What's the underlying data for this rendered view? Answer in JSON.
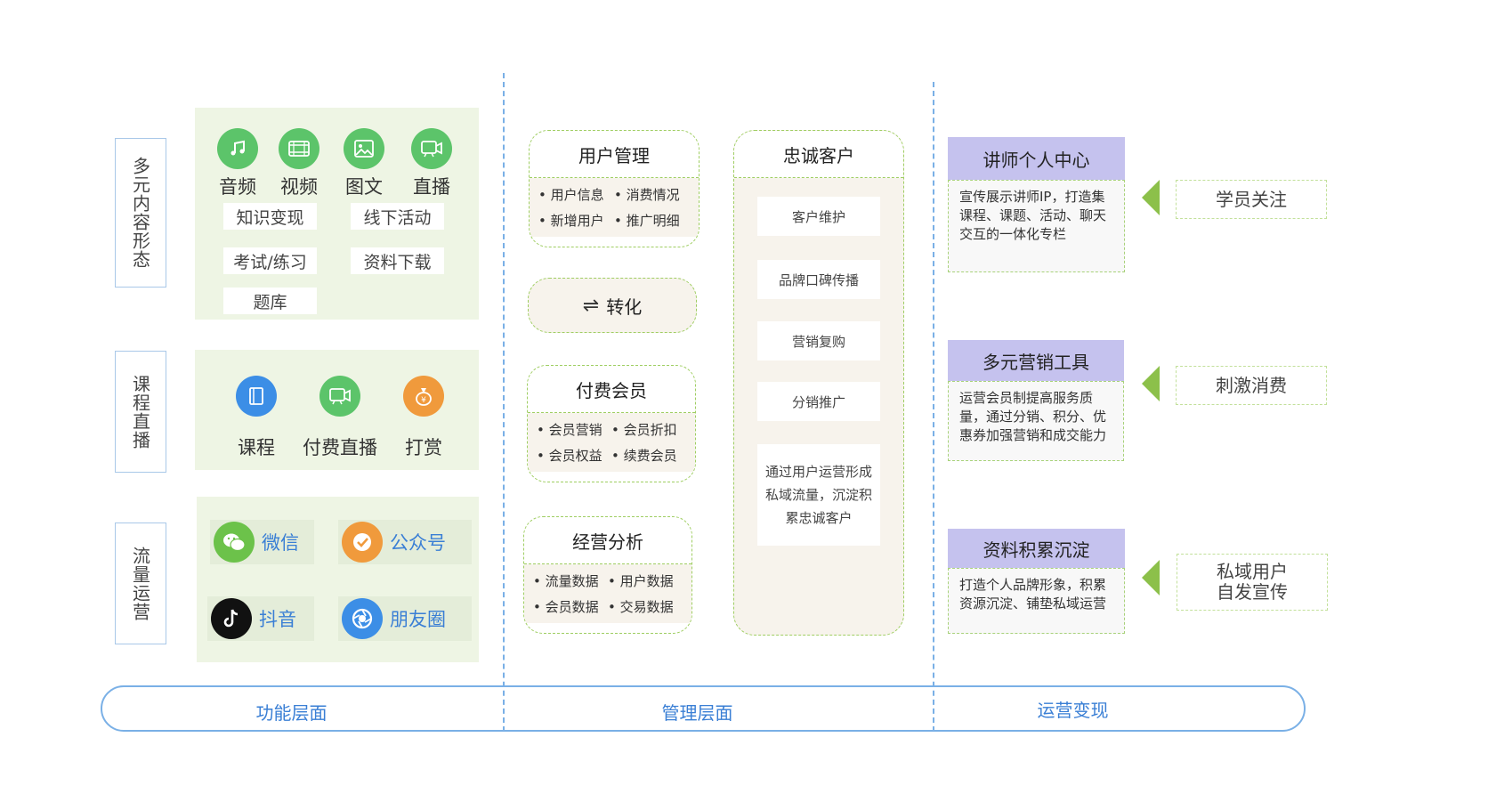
{
  "left": {
    "labels": {
      "content": "多元内容形态",
      "course": "课程直播",
      "traffic": "流量运营"
    },
    "content_icons": [
      "音频",
      "视频",
      "图文",
      "直播"
    ],
    "content_tags": [
      "知识变现",
      "线下活动",
      "考试/练习",
      "资料下载",
      "题库"
    ],
    "course_icons": [
      "课程",
      "付费直播",
      "打赏"
    ],
    "social": [
      "微信",
      "公众号",
      "抖音",
      "朋友圈"
    ]
  },
  "middle": {
    "user_mgmt": {
      "title": "用户管理",
      "items": [
        "用户信息",
        "消费情况",
        "新增用户",
        "推广明细"
      ]
    },
    "convert": {
      "label": "转化"
    },
    "member": {
      "title": "付费会员",
      "items": [
        "会员营销",
        "会员折扣",
        "会员权益",
        "续费会员"
      ]
    },
    "analysis": {
      "title": "经营分析",
      "items": [
        "流量数据",
        "用户数据",
        "会员数据",
        "交易数据"
      ]
    },
    "loyal": {
      "title": "忠诚客户",
      "items": [
        "客户维护",
        "品牌口碑传播",
        "营销复购",
        "分销推广"
      ],
      "desc": "通过用户运营形成私域流量，沉淀积累忠诚客户"
    }
  },
  "right": {
    "blocks": [
      {
        "title": "讲师个人中心",
        "desc": "宣传展示讲师IP，打造集课程、课题、活动、聊天交互的一体化专栏",
        "target": "学员关注"
      },
      {
        "title": "多元营销工具",
        "desc": "运营会员制提高服务质量，通过分销、积分、优惠券加强营销和成交能力",
        "target": "刺激消费"
      },
      {
        "title": "资料积累沉淀",
        "desc": "打造个人品牌形象，积累资源沉淀、铺垫私域运营",
        "target": "私域用户\n自发宣传"
      }
    ]
  },
  "bottom": [
    "功能层面",
    "管理层面",
    "运营变现"
  ],
  "colors": {
    "panel_green": "#eef5e4",
    "icon_green": "#5cc46a",
    "icon_blue": "#3c8ee6",
    "icon_orange": "#f09a3c",
    "accent_blue": "#3a7fd5",
    "card_border": "#9fce62",
    "header_purple": "#c5c2ee",
    "arrow_green": "#8cc04a"
  }
}
